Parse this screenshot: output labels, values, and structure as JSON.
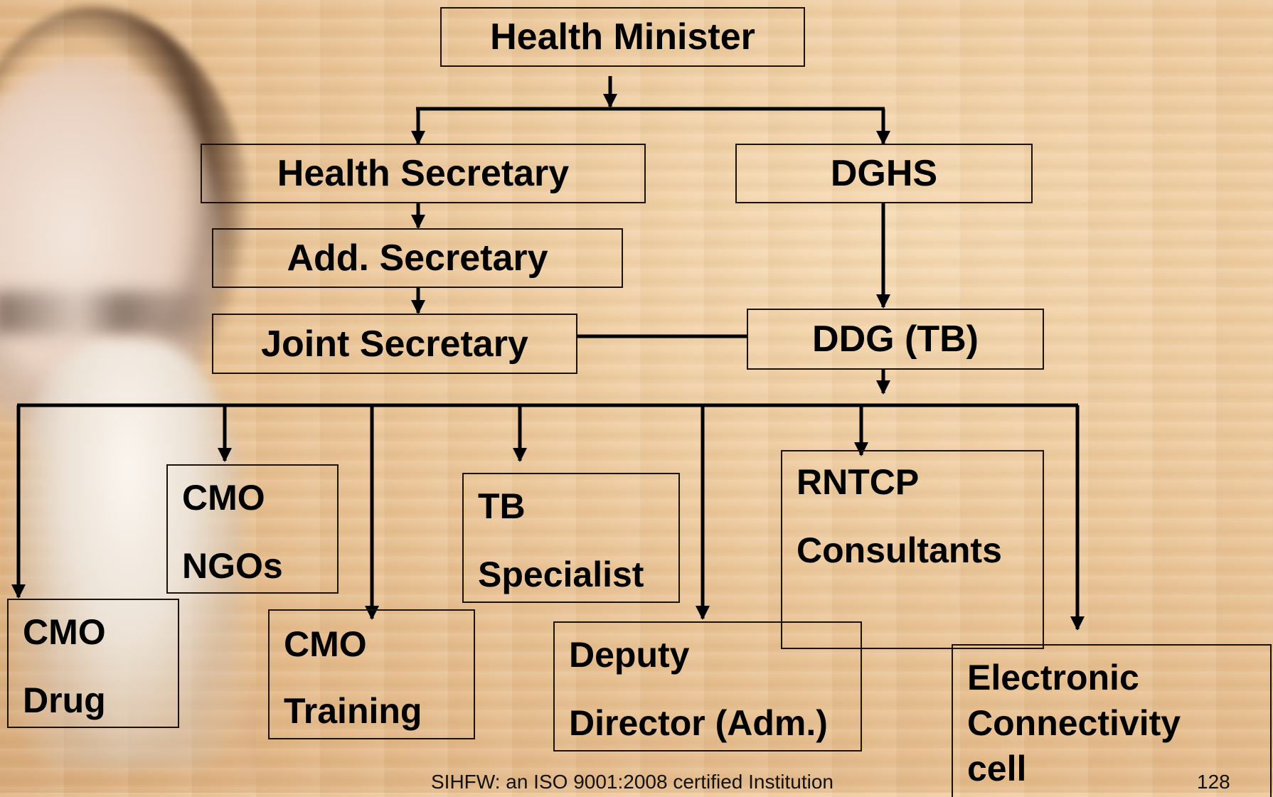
{
  "diagram": {
    "nodes": {
      "health_minister": "Health Minister",
      "health_secretary": "Health Secretary",
      "dghs": "DGHS",
      "add_secretary": "Add. Secretary",
      "joint_secretary": "Joint Secretary",
      "ddg_tb": "DDG (TB)",
      "cmo_ngos": [
        "CMO",
        "NGOs"
      ],
      "cmo_drug": [
        "CMO",
        "Drug"
      ],
      "cmo_training": [
        "CMO",
        "Training"
      ],
      "tb_specialist": [
        "TB",
        "Specialist"
      ],
      "deputy_director": [
        "Deputy",
        "Director (Adm.)"
      ],
      "rntcp_consultants": [
        "RNTCP",
        "Consultants"
      ],
      "electronic_cell": [
        "Electronic",
        "Connectivity",
        "cell"
      ]
    },
    "edges": [
      [
        "health_minister",
        "health_secretary"
      ],
      [
        "health_minister",
        "dghs"
      ],
      [
        "health_secretary",
        "add_secretary"
      ],
      [
        "add_secretary",
        "joint_secretary"
      ],
      [
        "dghs",
        "ddg_tb"
      ],
      [
        "joint_secretary",
        "ddg_tb"
      ],
      [
        "ddg_tb",
        "cmo_drug"
      ],
      [
        "ddg_tb",
        "cmo_ngos"
      ],
      [
        "ddg_tb",
        "cmo_training"
      ],
      [
        "ddg_tb",
        "tb_specialist"
      ],
      [
        "ddg_tb",
        "deputy_director"
      ],
      [
        "ddg_tb",
        "rntcp_consultants"
      ],
      [
        "ddg_tb",
        "electronic_cell"
      ]
    ]
  },
  "footer": {
    "institution": "SIHFW: an ISO 9001:2008 certified Institution",
    "page_number": "128"
  },
  "colors": {
    "line": "#000000",
    "background": "#ecc79a"
  }
}
